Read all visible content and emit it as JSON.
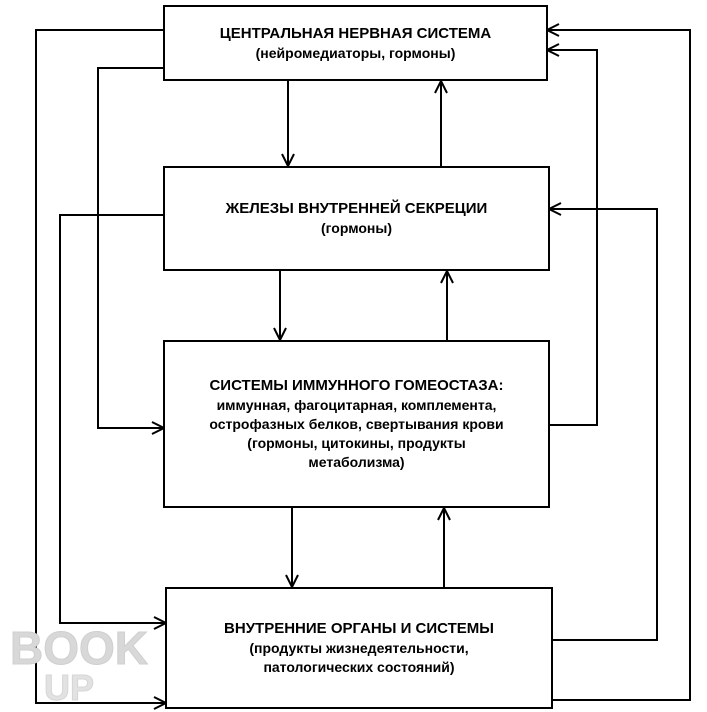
{
  "boxes": {
    "cns": {
      "title": "ЦЕНТРАЛЬНАЯ НЕРВНАЯ СИСТЕМА",
      "sub": [
        "(нейромедиаторы, гормоны)"
      ]
    },
    "endocrine": {
      "title": "ЖЕЛЕЗЫ ВНУТРЕННЕЙ СЕКРЕЦИИ",
      "sub": [
        "(гормоны)"
      ]
    },
    "immune": {
      "title": "СИСТЕМЫ ИММУННОГО ГОМЕОСТАЗА:",
      "sub": [
        "иммунная, фагоцитарная, комплемента,",
        "острофазных белков, свертывания крови",
        "(гормоны, цитокины, продукты",
        "метаболизма)"
      ]
    },
    "organs": {
      "title": "ВНУТРЕННИЕ ОРГАНЫ И СИСТЕМЫ",
      "sub": [
        "(продукты жизнедеятельности,",
        "патологических состояний)"
      ]
    }
  },
  "watermark": {
    "line1": "BOOK",
    "line2": "UP"
  }
}
